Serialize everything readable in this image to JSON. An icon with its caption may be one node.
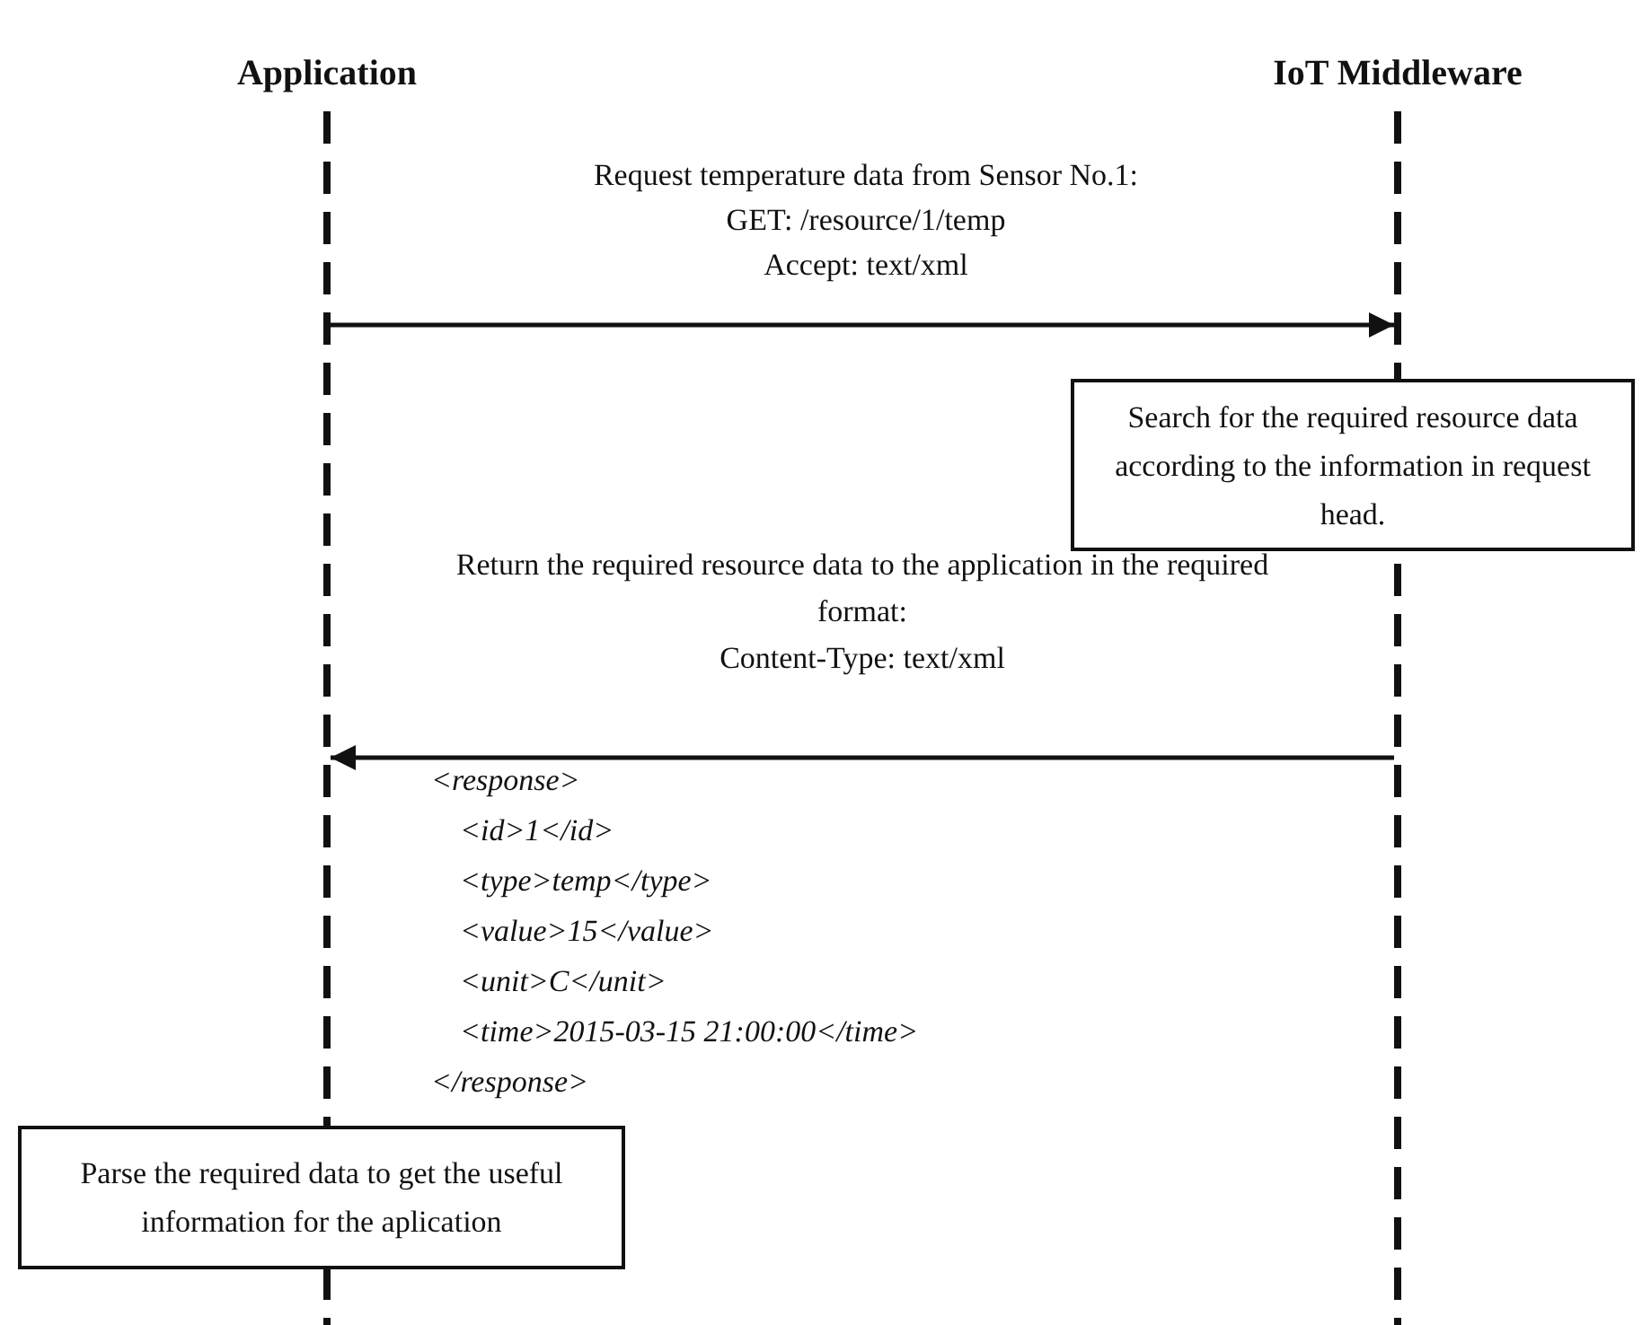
{
  "diagram": {
    "nodes": [
      {
        "text": [
          "Application"
        ]
      },
      {
        "text": [
          "IoT Middleware"
        ]
      },
      {
        "text": [
          "Search for the required resource data according to the information in request head."
        ]
      },
      {
        "text": [
          "Parse the required data to get the useful information for the aplication"
        ]
      }
    ],
    "edges": [
      {
        "from": 0,
        "to": 1,
        "arrow": "to",
        "label": "Request temperature data from Sensor No.1:"
      },
      {
        "from": 1,
        "to": 0,
        "arrow": "to",
        "label": "Return the required resource data to the application in the required format:"
      }
    ],
    "labels": [
      "GET: /resource/1/temp",
      "Accept: text/xml",
      "Content-Type: text/xml",
      "<response>",
      "<id>1</id>",
      "<type>temp</type>",
      "<value>15</value>",
      "<unit>C</unit>",
      "<time>2015-03-15 21:00:00</time>",
      "</response>"
    ]
  }
}
